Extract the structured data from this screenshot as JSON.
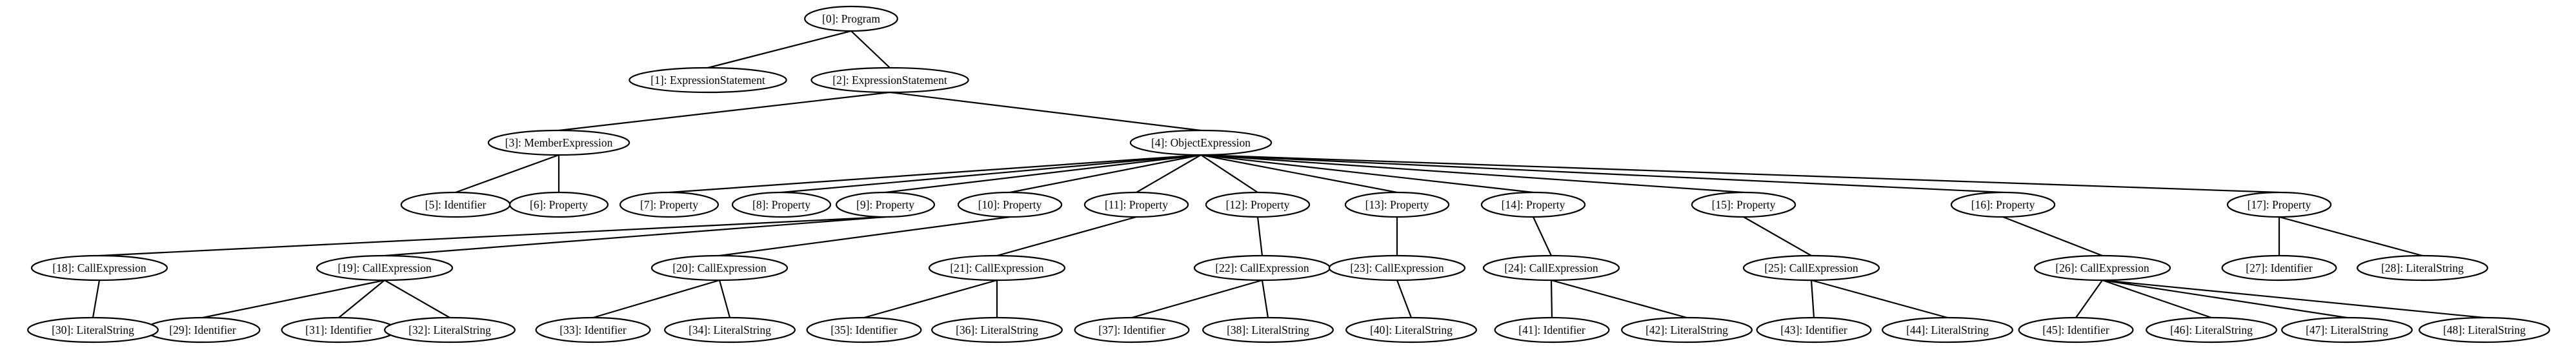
{
  "graph": {
    "nodes": [
      {
        "id": 0,
        "label": "[0]: Program"
      },
      {
        "id": 1,
        "label": "[1]: ExpressionStatement"
      },
      {
        "id": 2,
        "label": "[2]: ExpressionStatement"
      },
      {
        "id": 3,
        "label": "[3]: MemberExpression"
      },
      {
        "id": 4,
        "label": "[4]: ObjectExpression"
      },
      {
        "id": 5,
        "label": "[5]: Identifier"
      },
      {
        "id": 6,
        "label": "[6]: Property"
      },
      {
        "id": 7,
        "label": "[7]: Property"
      },
      {
        "id": 8,
        "label": "[8]: Property"
      },
      {
        "id": 9,
        "label": "[9]: Property"
      },
      {
        "id": 10,
        "label": "[10]: Property"
      },
      {
        "id": 11,
        "label": "[11]: Property"
      },
      {
        "id": 12,
        "label": "[12]: Property"
      },
      {
        "id": 13,
        "label": "[13]: Property"
      },
      {
        "id": 14,
        "label": "[14]: Property"
      },
      {
        "id": 15,
        "label": "[15]: Property"
      },
      {
        "id": 16,
        "label": "[16]: Property"
      },
      {
        "id": 17,
        "label": "[17]: Property"
      },
      {
        "id": 18,
        "label": "[18]: CallExpression"
      },
      {
        "id": 19,
        "label": "[19]: CallExpression"
      },
      {
        "id": 20,
        "label": "[20]: CallExpression"
      },
      {
        "id": 21,
        "label": "[21]: CallExpression"
      },
      {
        "id": 22,
        "label": "[22]: CallExpression"
      },
      {
        "id": 23,
        "label": "[23]: CallExpression"
      },
      {
        "id": 24,
        "label": "[24]: CallExpression"
      },
      {
        "id": 25,
        "label": "[25]: CallExpression"
      },
      {
        "id": 26,
        "label": "[26]: CallExpression"
      },
      {
        "id": 27,
        "label": "[27]: Identifier"
      },
      {
        "id": 28,
        "label": "[28]: LiteralString"
      },
      {
        "id": 29,
        "label": "[29]: Identifier"
      },
      {
        "id": 30,
        "label": "[30]: LiteralString"
      },
      {
        "id": 31,
        "label": "[31]: Identifier"
      },
      {
        "id": 32,
        "label": "[32]: LiteralString"
      },
      {
        "id": 33,
        "label": "[33]: Identifier"
      },
      {
        "id": 34,
        "label": "[34]: LiteralString"
      },
      {
        "id": 35,
        "label": "[35]: Identifier"
      },
      {
        "id": 36,
        "label": "[36]: LiteralString"
      },
      {
        "id": 37,
        "label": "[37]: Identifier"
      },
      {
        "id": 38,
        "label": "[38]: LiteralString"
      },
      {
        "id": 40,
        "label": "[40]: LiteralString"
      },
      {
        "id": 41,
        "label": "[41]: Identifier"
      },
      {
        "id": 42,
        "label": "[42]: LiteralString"
      },
      {
        "id": 43,
        "label": "[43]: Identifier"
      },
      {
        "id": 44,
        "label": "[44]: LiteralString"
      },
      {
        "id": 45,
        "label": "[45]: Identifier"
      },
      {
        "id": 46,
        "label": "[46]: LiteralString"
      },
      {
        "id": 47,
        "label": "[47]: LiteralString"
      },
      {
        "id": 48,
        "label": "[48]: LiteralString"
      }
    ],
    "edges": [
      [
        0,
        1
      ],
      [
        0,
        2
      ],
      [
        2,
        3
      ],
      [
        2,
        4
      ],
      [
        3,
        5
      ],
      [
        3,
        6
      ],
      [
        4,
        7
      ],
      [
        4,
        8
      ],
      [
        4,
        9
      ],
      [
        4,
        10
      ],
      [
        4,
        11
      ],
      [
        4,
        12
      ],
      [
        4,
        13
      ],
      [
        4,
        14
      ],
      [
        4,
        15
      ],
      [
        4,
        16
      ],
      [
        4,
        17
      ],
      [
        9,
        18
      ],
      [
        9,
        19
      ],
      [
        10,
        20
      ],
      [
        11,
        21
      ],
      [
        12,
        22
      ],
      [
        13,
        23
      ],
      [
        14,
        24
      ],
      [
        15,
        25
      ],
      [
        16,
        26
      ],
      [
        17,
        27
      ],
      [
        17,
        28
      ],
      [
        18,
        30
      ],
      [
        19,
        29
      ],
      [
        19,
        31
      ],
      [
        19,
        32
      ],
      [
        20,
        33
      ],
      [
        20,
        34
      ],
      [
        21,
        35
      ],
      [
        21,
        36
      ],
      [
        22,
        37
      ],
      [
        22,
        38
      ],
      [
        23,
        40
      ],
      [
        24,
        41
      ],
      [
        24,
        42
      ],
      [
        25,
        43
      ],
      [
        25,
        44
      ],
      [
        26,
        45
      ],
      [
        26,
        46
      ],
      [
        26,
        47
      ],
      [
        26,
        48
      ]
    ]
  }
}
